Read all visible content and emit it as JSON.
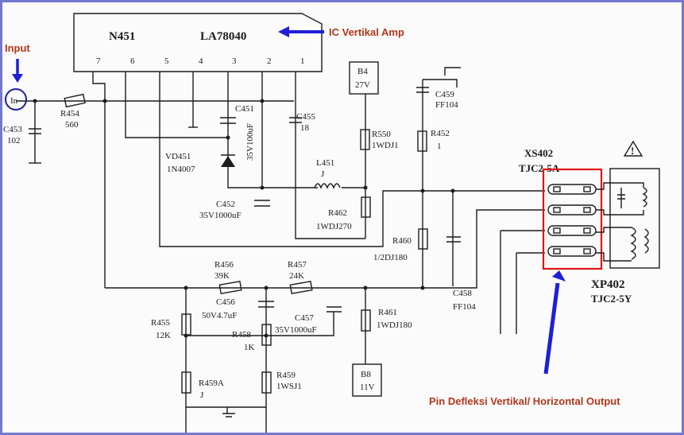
{
  "annotations": {
    "input": "Input",
    "ic": "IC Vertikal Amp",
    "output": "Pin Defleksi Vertikal/ Horizontal Output",
    "in_marker": "In",
    "colors": {
      "note_red": "#b3361a",
      "note_blue": "#1f1fd8",
      "highlight": "#e01515"
    }
  },
  "ic": {
    "ref": "N451",
    "part": "LA78040",
    "pins": [
      "7",
      "6",
      "5",
      "4",
      "3",
      "2",
      "1"
    ]
  },
  "components": {
    "c453": [
      "C453",
      "102"
    ],
    "r454": [
      "R454",
      "560"
    ],
    "c451": [
      "C451",
      "35V100uF"
    ],
    "vd451": [
      "VD451",
      "1N4007"
    ],
    "c455": [
      "C455",
      "18"
    ],
    "b4": [
      "B4",
      "27V"
    ],
    "c459": [
      "C459",
      "FF104"
    ],
    "r550": [
      "R550",
      "1WDJ1"
    ],
    "r452": [
      "R452",
      "1"
    ],
    "l451": [
      "L451",
      "J"
    ],
    "c452": [
      "C452",
      "35V1000uF"
    ],
    "r462": [
      "R462",
      "1WDJ270"
    ],
    "r460": [
      "R460",
      "1/2DJ180"
    ],
    "r456": [
      "R456",
      "39K"
    ],
    "r457": [
      "R457",
      "24K"
    ],
    "c456": [
      "C456",
      "50V4.7uF"
    ],
    "c457": [
      "C457",
      "35V1000uF"
    ],
    "r455": [
      "R455",
      "12K"
    ],
    "r458": [
      "R458",
      "1K"
    ],
    "r461": [
      "R461",
      "1WDJ180"
    ],
    "c458": [
      "C458",
      "FF104"
    ],
    "r459a": [
      "R459A",
      "J"
    ],
    "r459": [
      "R459",
      "1WSJ1"
    ],
    "b8": [
      "B8",
      "11V"
    ]
  },
  "connectors": {
    "xs402": [
      "XS402",
      "TJC2-5A"
    ],
    "xp402": [
      "XP402",
      "TJC2-5Y"
    ],
    "warning": "!"
  }
}
